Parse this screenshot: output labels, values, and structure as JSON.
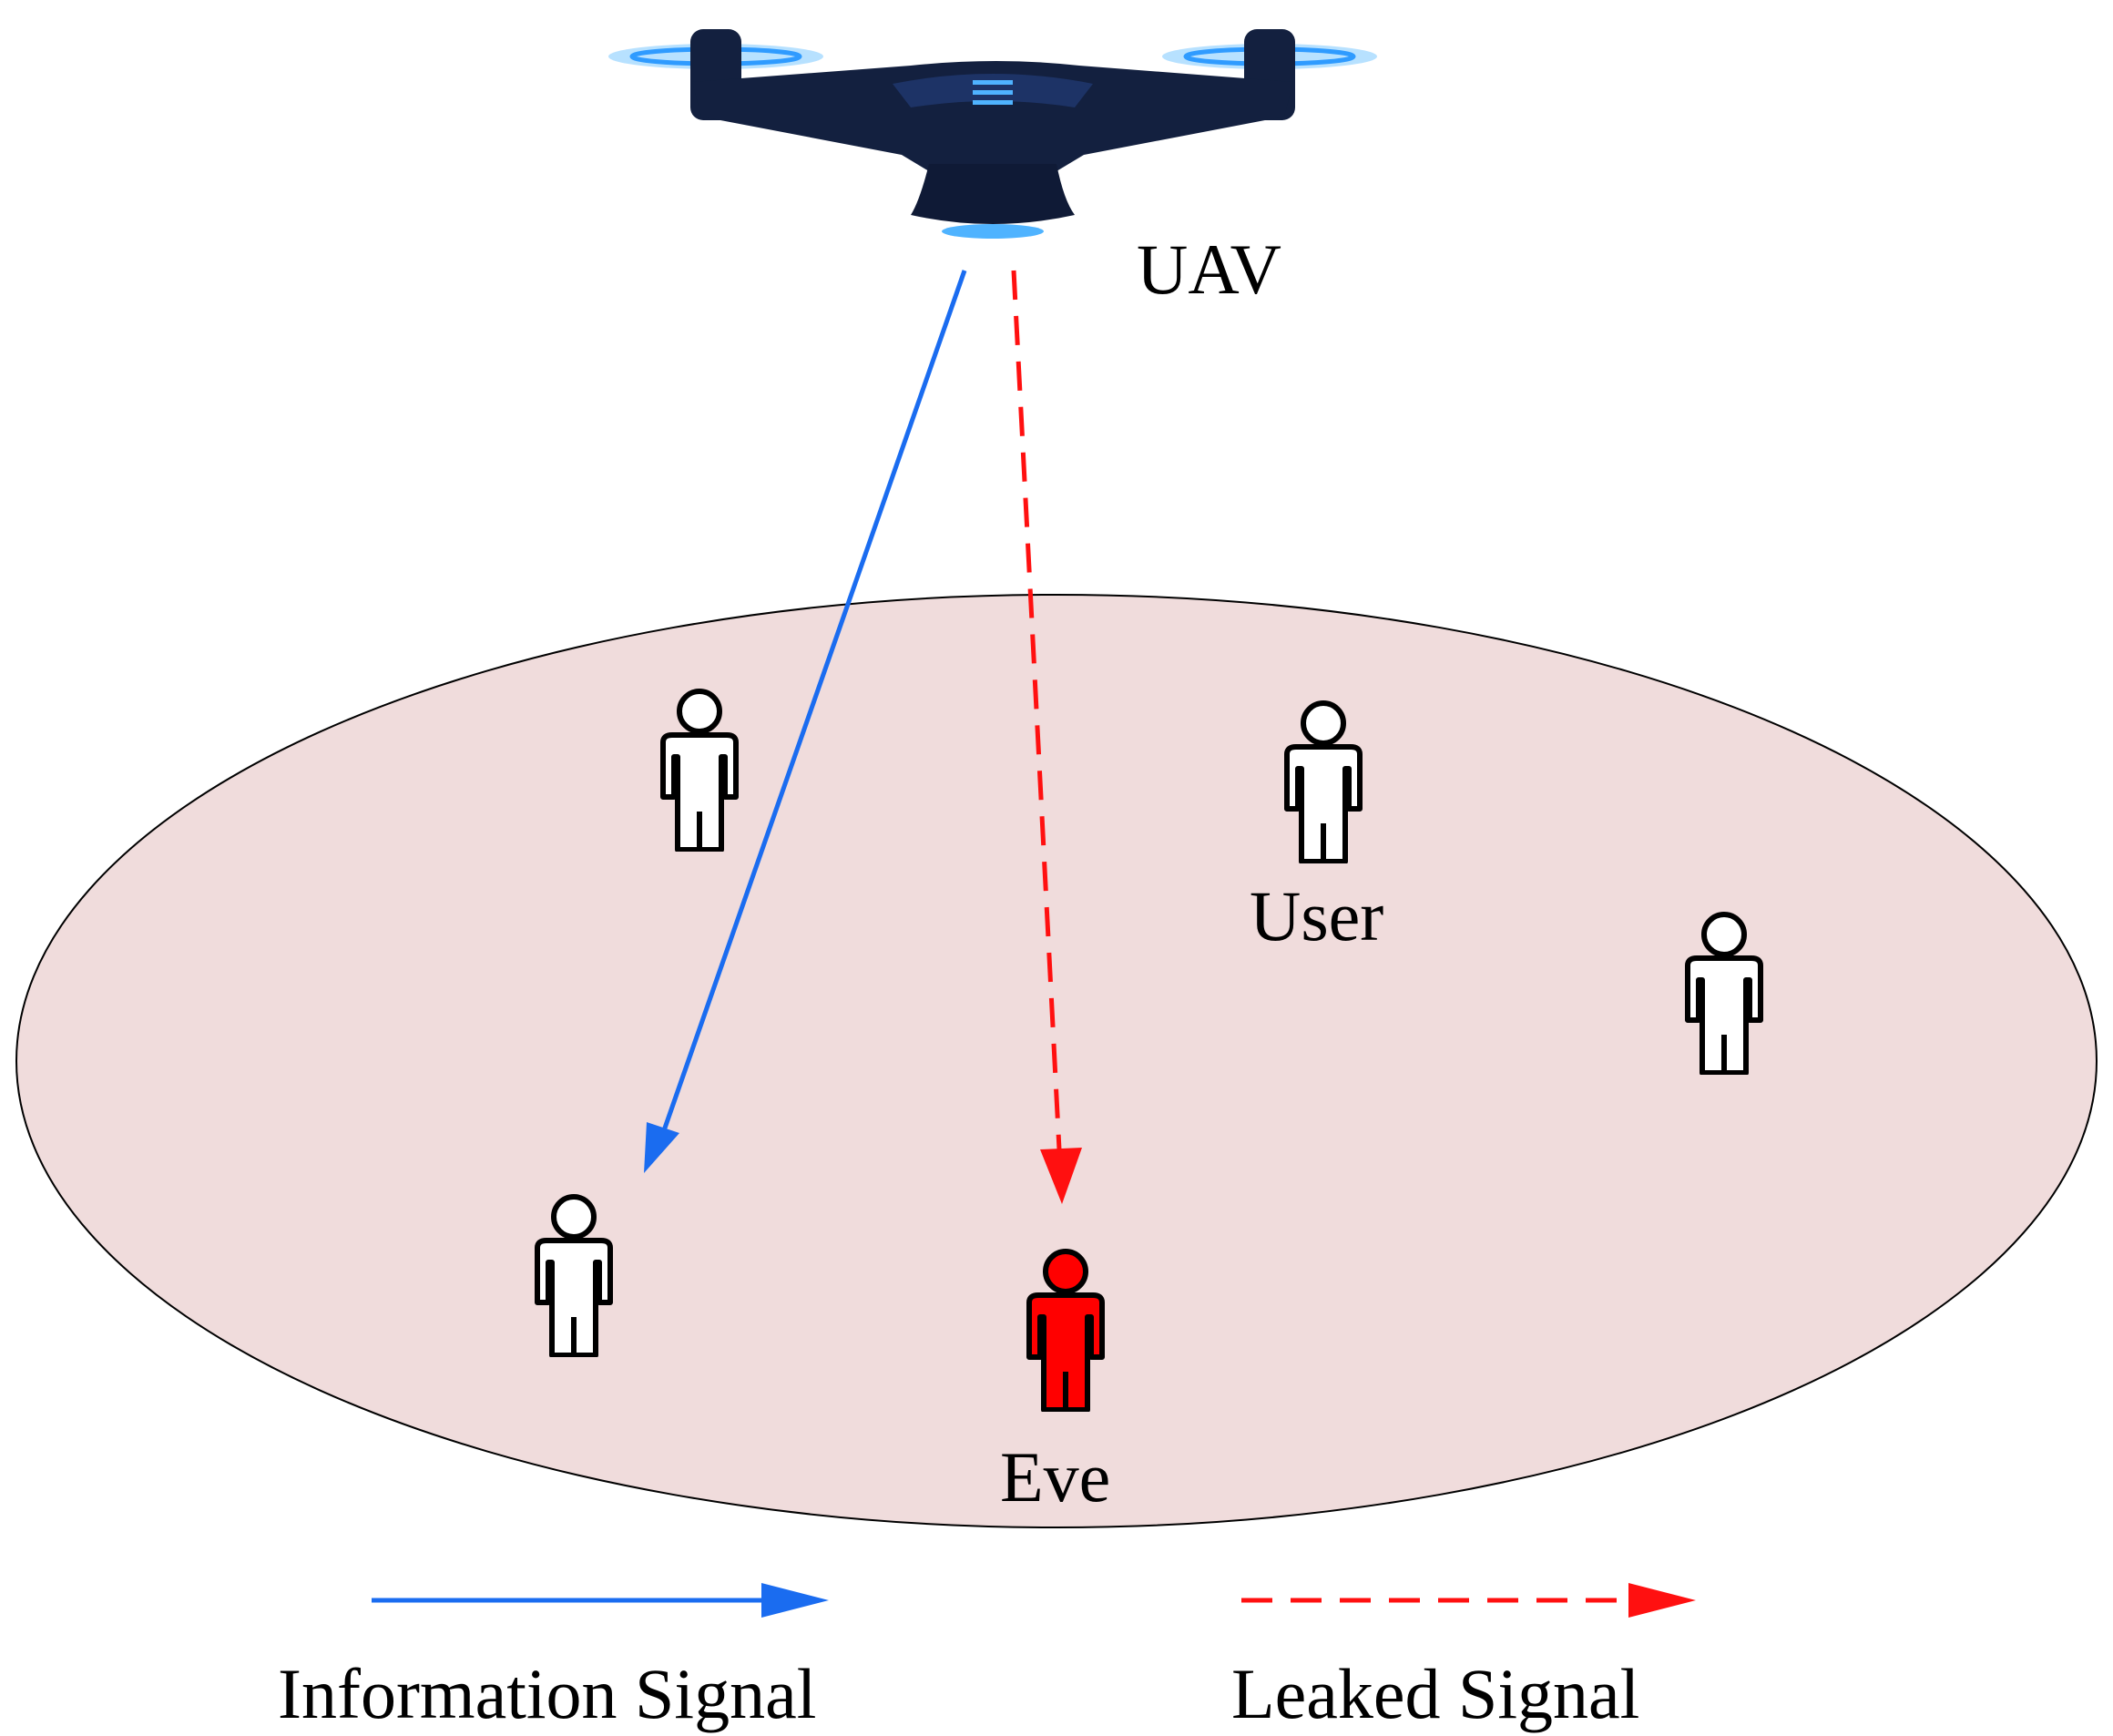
{
  "labels": {
    "uav": "UAV",
    "user": "User",
    "eve": "Eve"
  },
  "legend": {
    "information_signal": "Information Signal",
    "leaked_signal": "Leaked Signal"
  },
  "colors": {
    "information_signal": "#1a6cf0",
    "leaked_signal": "#ff1010",
    "coverage_area": "#f0dcdc",
    "eavesdropper": "#ff0000",
    "user": "#ffffff",
    "uav_body": "#13203f",
    "uav_accent": "#4fb3ff"
  }
}
